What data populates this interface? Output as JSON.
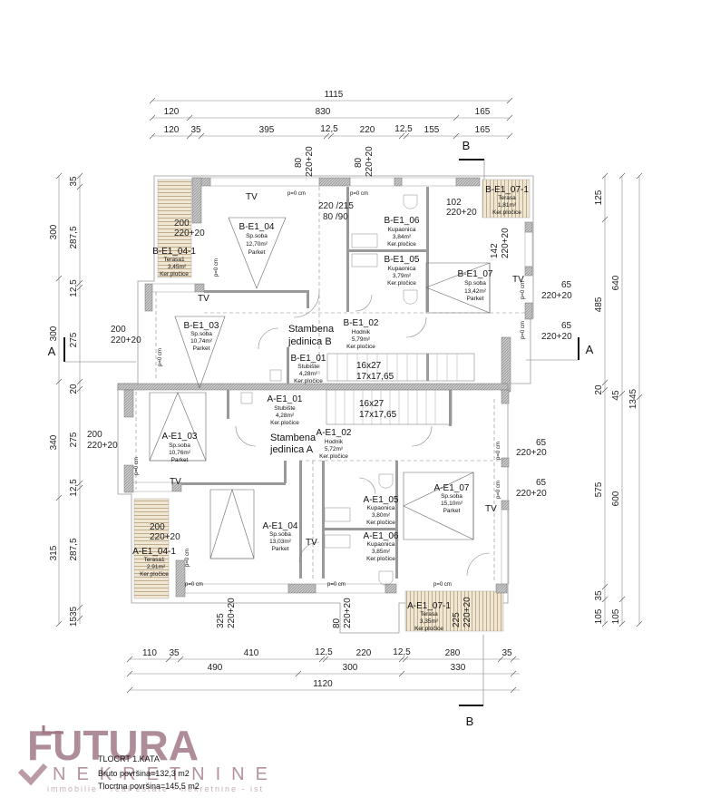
{
  "dimensions": {
    "top": {
      "total": "1115",
      "row2": [
        "120",
        "830",
        "165"
      ],
      "row3": [
        "120",
        "35",
        "395",
        "12,5",
        "220",
        "12,5",
        "155",
        "165"
      ]
    },
    "bottom": {
      "row1": [
        "110",
        "35",
        "410",
        "12,5",
        "220",
        "12,5",
        "280",
        "35"
      ],
      "row2": [
        "490",
        "300",
        "330"
      ],
      "total": "1120"
    },
    "left": {
      "outer": [
        "300",
        "300",
        "340",
        "315"
      ],
      "inner": [
        "35",
        "287,5",
        "12,5",
        "275",
        "20",
        "275",
        "12,5",
        "287,5",
        "1535"
      ]
    },
    "right": {
      "inner": [
        "125",
        "485",
        "20",
        "575",
        "35",
        "105"
      ],
      "mid": [
        "640",
        "45",
        "600",
        "105"
      ],
      "total": "1345"
    },
    "openings": {
      "top_door_1": {
        "w": "80",
        "h": "220+20"
      },
      "top_door_2": {
        "w": "80",
        "h": "220+20"
      },
      "bottom_door_1": {
        "w": "325",
        "h": "220+20"
      },
      "bottom_door_2": {
        "w": "80",
        "h": "220+20"
      },
      "entry_door": {
        "a": "220 /215",
        "b": "80 /90"
      },
      "window_b04": {
        "w": "200",
        "h": "220+20"
      },
      "window_b03": {
        "w": "200",
        "h": "220+20"
      },
      "window_a03": {
        "w": "200",
        "h": "220+20"
      },
      "window_a04": {
        "w": "200",
        "h": "220+20"
      },
      "window_b07_top": {
        "w": "102",
        "h": "220+20"
      },
      "window_b07_side": {
        "w": "142",
        "h": "220+20"
      },
      "window_r1": {
        "w": "65",
        "h": "220+20"
      },
      "window_r2": {
        "w": "65",
        "h": "220+20"
      },
      "window_r3": {
        "w": "65",
        "h": "220+20"
      },
      "window_r4": {
        "w": "65",
        "h": "220+20"
      },
      "window_a07_terrace": {
        "w": "225",
        "h": "220+20"
      }
    }
  },
  "sections": {
    "a": "A",
    "b": "B"
  },
  "threshold_label": "p=0 cm",
  "tv_label": "TV",
  "stairs": {
    "upper": {
      "l1": "16x27",
      "l2": "17x17,65"
    },
    "lower": {
      "l1": "16x27",
      "l2": "17x17,65"
    }
  },
  "units": {
    "b": {
      "l1": "Stambena",
      "l2": "jedinica B"
    },
    "a": {
      "l1": "Stambena",
      "l2": "jedinica A"
    }
  },
  "rooms": {
    "b04_1": {
      "id": "B-E1_04-1",
      "type": "Terasa1",
      "area": "3,45m²",
      "floor": "Ker.pločice"
    },
    "b04": {
      "id": "B-E1_04",
      "type": "Sp.soba",
      "area": "12,70m²",
      "floor": "Parket"
    },
    "b06": {
      "id": "B-E1_06",
      "type": "Kupaonica",
      "area": "3,84m²",
      "floor": "Ker.pločice"
    },
    "b05": {
      "id": "B-E1_05",
      "type": "Kupaonica",
      "area": "3,79m²",
      "floor": "Ker.pločice"
    },
    "b07_1": {
      "id": "B-E1_07-1",
      "type": "Terasa",
      "area": "1,81m²",
      "floor": "Ker.pločice"
    },
    "b07": {
      "id": "B-E1_07",
      "type": "Sp.soba",
      "area": "13,42m²",
      "floor": "Parket"
    },
    "b03": {
      "id": "B-E1_03",
      "type": "Sp.soba",
      "area": "10,74m²",
      "floor": "Parket"
    },
    "b02": {
      "id": "B-E1_02",
      "type": "Hodnik",
      "area": "5,79m²",
      "floor": "Ker.pločice"
    },
    "b01": {
      "id": "B-E1_01",
      "type": "Stubište",
      "area": "4,28m²",
      "floor": "Ker.pločice"
    },
    "a01": {
      "id": "A-E1_01",
      "type": "Stubište",
      "area": "4,28m²",
      "floor": "Ker.pločice"
    },
    "a03": {
      "id": "A-E1_03",
      "type": "Sp.soba",
      "area": "10,76m²",
      "floor": "Parket"
    },
    "a02": {
      "id": "A-E1_02",
      "type": "Hodnik",
      "area": "5,72m²",
      "floor": "Ker.pločice"
    },
    "a07": {
      "id": "A-E1_07",
      "type": "Sp.soba",
      "area": "15,10m²",
      "floor": "Parket"
    },
    "a05": {
      "id": "A-E1_05",
      "type": "Kupaonica",
      "area": "3,80m²",
      "floor": "Ker.pločice"
    },
    "a06": {
      "id": "A-E1_06",
      "type": "Kupaonica",
      "area": "3,85m²",
      "floor": "Ker.pločice"
    },
    "a04": {
      "id": "A-E1_04",
      "type": "Sp.soba",
      "area": "13,03m²",
      "floor": "Parket"
    },
    "a04_1": {
      "id": "A-E1_04-1",
      "type": "Terasa1",
      "area": "2,91m²",
      "floor": "Ker.pločice"
    },
    "a07_1": {
      "id": "A-E1_07-1",
      "type": "Terasa",
      "area": "3,35m²",
      "floor": "Ker.pločice"
    }
  },
  "title_block": {
    "title": "TLOCRT 1.KATA",
    "gross": "Bruto površina=132,3 m2",
    "floor_area": "Tlocrtna površina=145,5 m2"
  },
  "logo": {
    "name": "FUTURA",
    "sub": "NEKRETNINE",
    "tagline": "immobilie - real estate - nekretnine - ist"
  },
  "colors": {
    "wall": "#8c8c8c",
    "hatch": "#b5b5b5",
    "terrace": "#d8c8a8",
    "logo": "#a27888"
  }
}
